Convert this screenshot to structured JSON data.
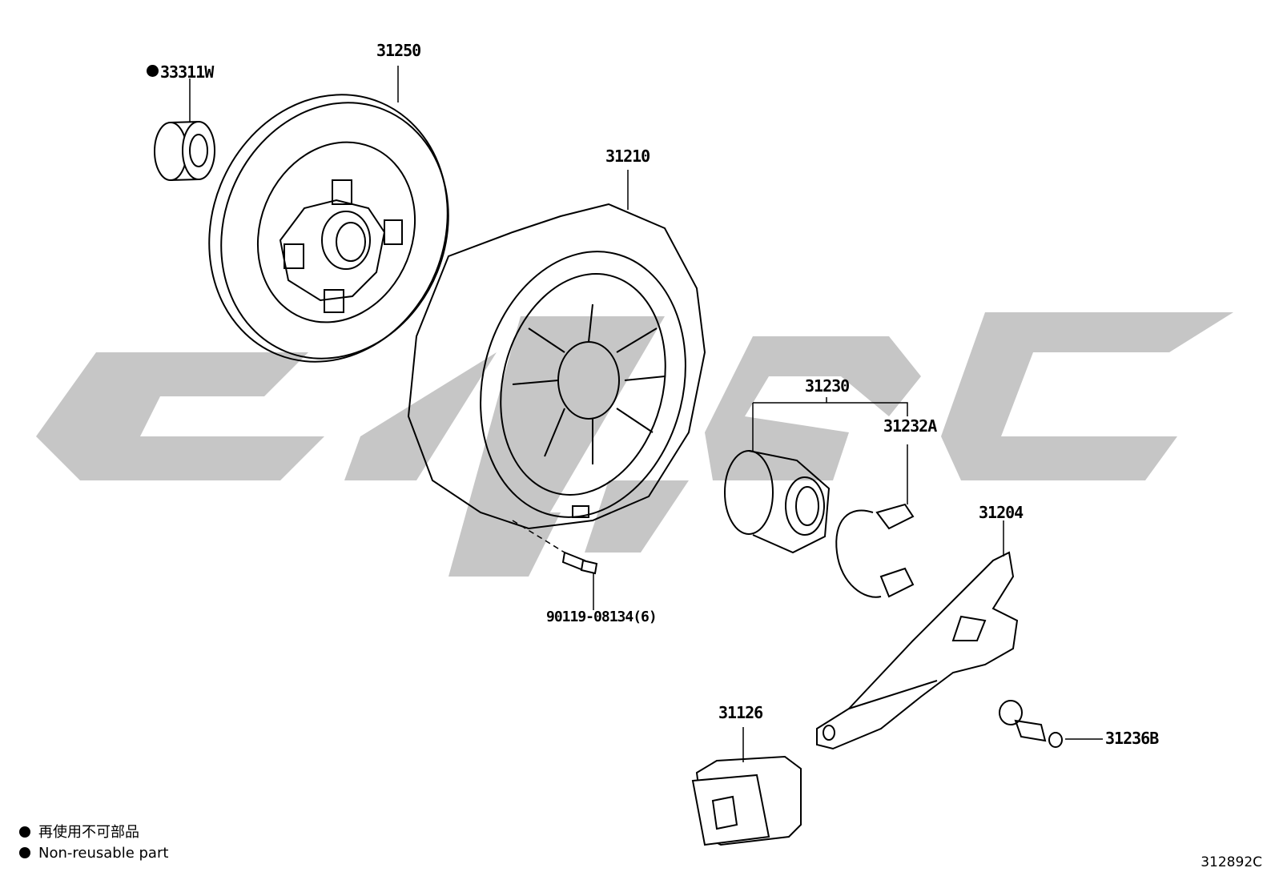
{
  "parts": {
    "p33311w": {
      "number": "33311W",
      "non_reusable": true
    },
    "p31250": {
      "number": "31250"
    },
    "p31210": {
      "number": "31210"
    },
    "p31230": {
      "number": "31230"
    },
    "p31232a": {
      "number": "31232A"
    },
    "p31204": {
      "number": "31204"
    },
    "p90119": {
      "number": "90119-08134(6)"
    },
    "p31126": {
      "number": "31126"
    },
    "p31236b": {
      "number": "31236B"
    }
  },
  "legend": {
    "line_jp": "再使用不可部品",
    "line_en": "Non-reusable part"
  },
  "diagram_code": "312892C",
  "colors": {
    "watermark": "#c6c6c6",
    "ink": "#000000"
  }
}
